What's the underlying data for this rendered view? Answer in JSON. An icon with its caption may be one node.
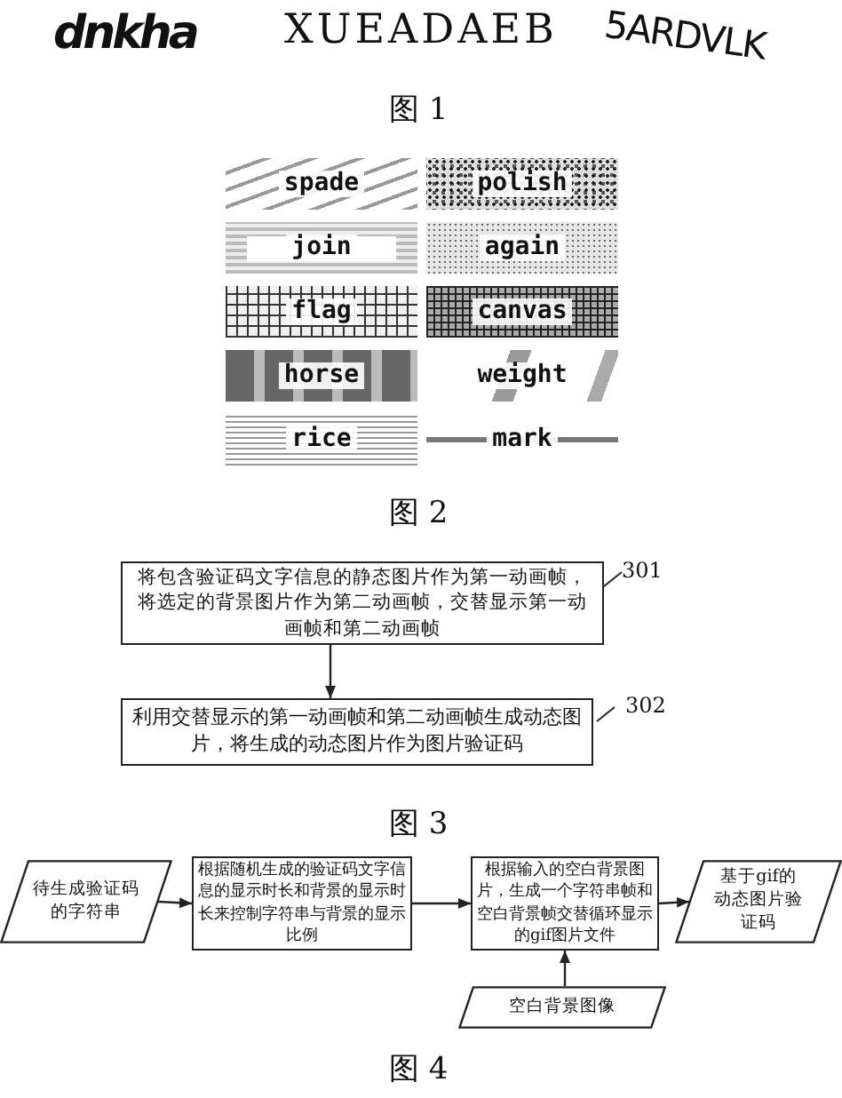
{
  "diagram": {
    "nodes": [
      {
        "text": [
          "将包含验证码文字信息的静态图片作为第一动画帧，将选定的背景图片作为第二动画帧，交替显示第一动画帧和第二动画帧"
        ],
        "beside": [
          "301"
        ]
      },
      {
        "text": [
          "利用交替显示的第一动画帧和第二动画帧生成动态图片，将生成的动态图片作为图片验证码"
        ],
        "beside": [
          "302"
        ]
      },
      {
        "text": [
          "待生成验证码的字符串"
        ]
      },
      {
        "text": [
          "根据随机生成的验证码文字信息的显示时长和背景的显示时长来控制字符串与背景的显示比例"
        ]
      },
      {
        "text": [
          "根据输入的空白背景图片，生成一个字符串帧和空白背景帧交替循环显示的gif图片文件"
        ]
      },
      {
        "text": [
          "基于gif的动态图片验证码"
        ]
      },
      {
        "text": [
          "空白背景图像"
        ]
      }
    ],
    "edges": [
      {
        "from": 0,
        "to": 1,
        "arrow": "to"
      },
      {
        "from": 2,
        "to": 3,
        "arrow": "to"
      },
      {
        "from": 3,
        "to": 4,
        "arrow": "to"
      },
      {
        "from": 4,
        "to": 5,
        "arrow": "to"
      },
      {
        "from": 6,
        "to": 4,
        "arrow": "to"
      }
    ],
    "labels": [
      "dnkha",
      "XUEADAEB",
      "5ARDVLK",
      "图 1",
      "spade",
      "polish",
      "join",
      "again",
      "flag",
      "canvas",
      "horse",
      "weight",
      "rice",
      "mark",
      "图 2",
      "图 3",
      "图 4"
    ]
  }
}
